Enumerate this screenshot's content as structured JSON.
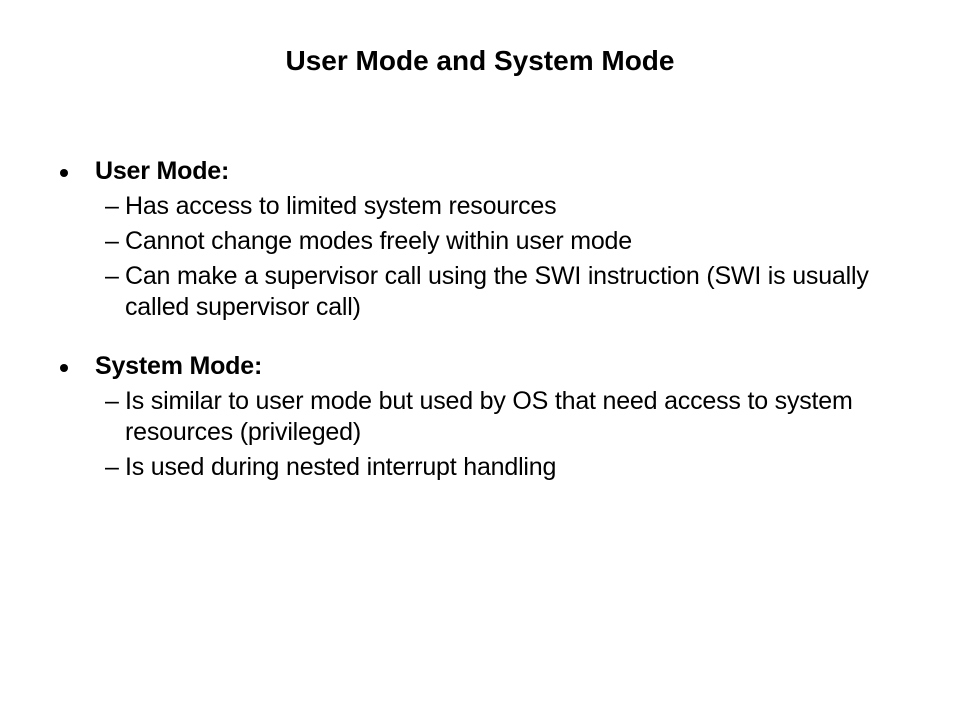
{
  "slide": {
    "title": "User Mode and System Mode",
    "markers": {
      "bullet": "•",
      "dash": "–"
    },
    "colors": {
      "background": "#ffffff",
      "text": "#000000"
    },
    "bullets": [
      {
        "label": "User Mode:",
        "subitems": [
          "Has access to limited system resources",
          "Cannot change modes freely within user mode",
          "Can make a supervisor call using the SWI instruction (SWI is usually called supervisor call)"
        ]
      },
      {
        "label": "System Mode:",
        "subitems": [
          "Is similar to user mode but used by OS that need access to system resources (privileged)",
          "Is used during nested interrupt handling"
        ]
      }
    ]
  }
}
